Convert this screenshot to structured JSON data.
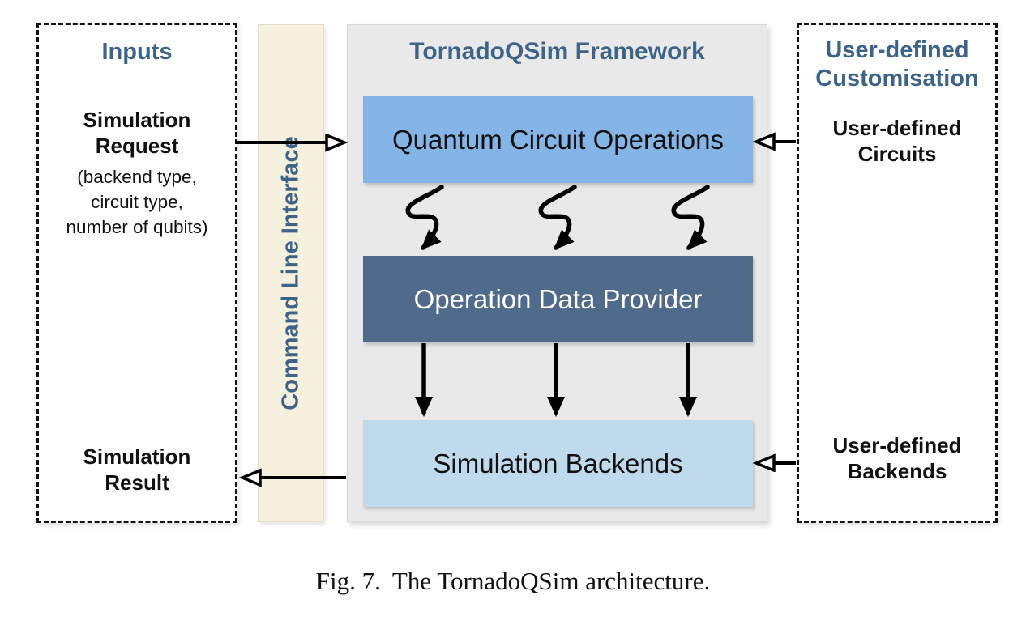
{
  "colors": {
    "accent_blue": "#3D6488",
    "layer_operations_bg": "#85B4E7",
    "layer_provider_bg": "#4F6A8B",
    "layer_backends_bg": "#BFD9ED",
    "cli_bar_bg": "#F6F0DE",
    "framework_bg": "#E9E9EA",
    "arrow_color": "#000000"
  },
  "inputs_panel": {
    "title": "Inputs",
    "request_label": "Simulation Request",
    "request_details": [
      "(backend type,",
      "circuit type,",
      "number of qubits)"
    ],
    "result_label": "Simulation Result"
  },
  "cli_bar": {
    "label": "Command Line Interface"
  },
  "framework": {
    "title": "TornadoQSim Framework",
    "layers": [
      {
        "label": "Quantum Circuit Operations"
      },
      {
        "label": "Operation Data Provider"
      },
      {
        "label": "Simulation Backends"
      }
    ]
  },
  "customisation_panel": {
    "title": "User-defined Customisation",
    "circuits_label": "User-defined Circuits",
    "backends_label": "User-defined Backends"
  },
  "caption": {
    "fig_label": "Fig. 7.",
    "text": "The TornadoQSim architecture."
  }
}
